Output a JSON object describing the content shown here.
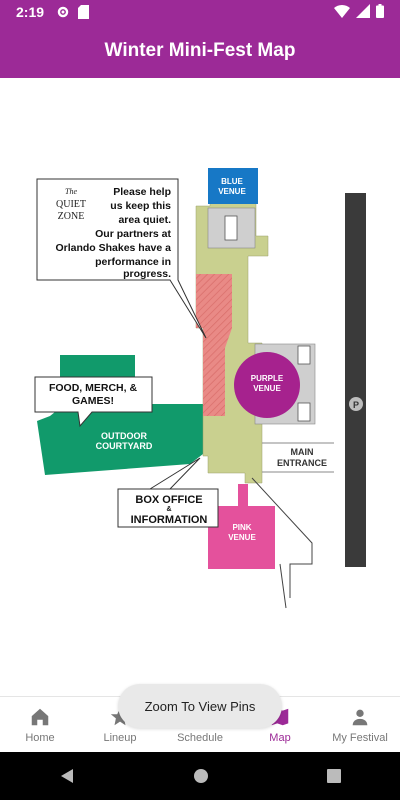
{
  "status_bar": {
    "time": "2:19"
  },
  "app_bar": {
    "title": "Winter Mini-Fest Map"
  },
  "map": {
    "quiet_zone": {
      "logo_line1": "The",
      "logo_line2": "QUIET",
      "logo_line3": "ZONE",
      "message_lines": [
        "Please help",
        "us keep this",
        "area quiet.",
        "Our partners at",
        "Orlando Shakes have a",
        "performance in",
        "progress."
      ]
    },
    "blue_venue": [
      "BLUE",
      "VENUE"
    ],
    "purple_venue": [
      "PURPLE",
      "VENUE"
    ],
    "pink_venue": [
      "PINK",
      "VENUE"
    ],
    "outdoor_courtyard": [
      "OUTDOOR",
      "COURTYARD"
    ],
    "food_label": [
      "FOOD, MERCH, &",
      "GAMES!"
    ],
    "main_entrance": [
      "MAIN",
      "ENTRANCE"
    ],
    "box_office": [
      "BOX OFFICE",
      "&",
      "INFORMATION"
    ],
    "parking": "P"
  },
  "toast": {
    "text": "Zoom To View Pins"
  },
  "bottom_nav": [
    {
      "label": "Home"
    },
    {
      "label": "Lineup"
    },
    {
      "label": "Schedule"
    },
    {
      "label": "Map"
    },
    {
      "label": "My Festival"
    }
  ],
  "colors": {
    "brand": "#9c2a97",
    "blue_venue": "#1778c6",
    "purple_venue": "#a6228e",
    "pink_venue": "#e4519c",
    "courtyard": "#119a6b",
    "building": "#c9d08f",
    "quiet_zone_hatch": "#e98a86"
  }
}
